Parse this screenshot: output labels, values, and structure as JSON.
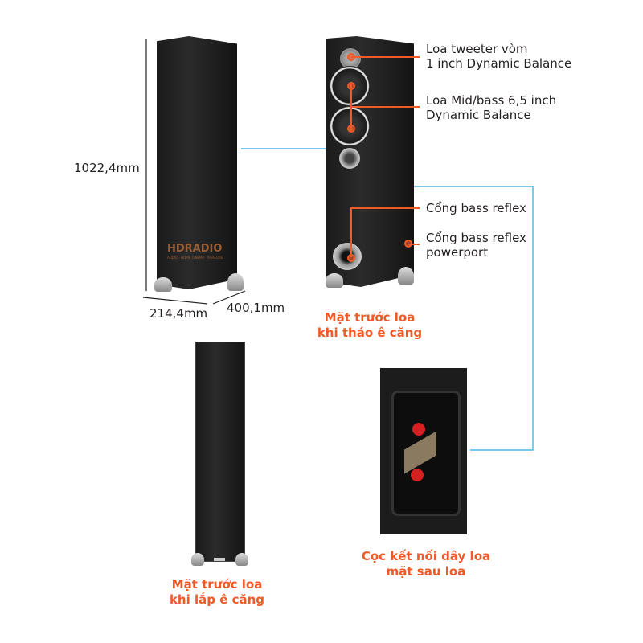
{
  "dimensions": {
    "height": "1022,4mm",
    "width": "214,4mm",
    "depth": "400,1mm"
  },
  "watermark": {
    "brand": "HDRADIO",
    "tagline": "AUDIO - HOME CINEMA - KARAOKE"
  },
  "callouts": [
    {
      "line1": "Loa tweeter vòm",
      "line2": "1 inch Dynamic Balance"
    },
    {
      "line1": "Loa Mid/bass 6,5 inch",
      "line2": "Dynamic Balance"
    },
    {
      "line1": "Cổng bass reflex",
      "line2": ""
    },
    {
      "line1": "Cổng bass reflex",
      "line2": "powerport"
    }
  ],
  "captions": {
    "front_no_grille": [
      "Mặt trước loa",
      "khi tháo ê căng"
    ],
    "front_grille": [
      "Mặt trước loa",
      "khi lắp ê căng"
    ],
    "rear": [
      "Cọc kết nối dây loa",
      "mặt sau loa"
    ]
  },
  "colors": {
    "accent": "#f05a28",
    "arrow": "#29a8e0"
  }
}
